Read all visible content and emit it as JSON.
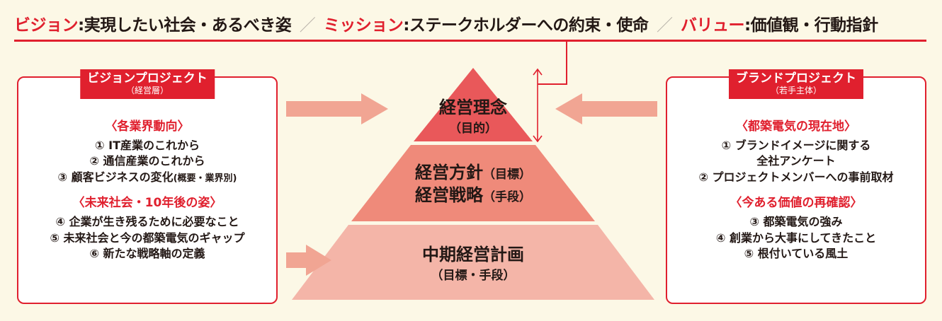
{
  "header": {
    "vision_key": "ビジョン",
    "vision_text": ":実現したい社会・あるべき姿",
    "mission_key": "ミッション",
    "mission_text": ":ステークホルダーへの約束・使命",
    "value_key": "バリュー",
    "value_text": ":価値観・行動指針",
    "separator": "／"
  },
  "left_panel": {
    "title": "ビジョンプロジェクト",
    "subtitle": "（経営層）",
    "section1": "〈各業界動向〉",
    "items1": [
      "① IT産業のこれから",
      "② 通信産業のこれから",
      "③ 顧客ビジネスの変化"
    ],
    "item1_3_note": "(概要・業界別)",
    "section2": "〈未来社会・10年後の姿〉",
    "items2": [
      "④ 企業が生き残るために必要なこと",
      "⑤ 未来社会と今の都築電気のギャップ",
      "⑥ 新たな戦略軸の定義"
    ]
  },
  "right_panel": {
    "title": "ブランドプロジェクト",
    "subtitle": "（若手主体）",
    "section1": "〈都築電気の現在地〉",
    "items1": [
      "① ブランドイメージに関する",
      "全社アンケート",
      "② プロジェクトメンバーへの事前取材"
    ],
    "section2": "〈今ある価値の再確認〉",
    "items2": [
      "③ 都築電気の強み",
      "④ 創業から大事にしてきたこと",
      "⑤ 根付いている風土"
    ]
  },
  "pyramid": {
    "top_main": "経営理念",
    "top_sub": "（目的）",
    "mid_line1": "経営方針",
    "mid_line1_sub": "（目標）",
    "mid_line2": "経営戦略",
    "mid_line2_sub": "（手段）",
    "bottom_main": "中期経営計画",
    "bottom_sub": "（目標・手段）"
  },
  "colors": {
    "accent": "#e0202e",
    "tier_top": "#e9585a",
    "tier_mid": "#ef8a7a",
    "tier_bottom": "#f4b5a8",
    "arrow": "#f1a593",
    "background": "#fcf8e6"
  }
}
